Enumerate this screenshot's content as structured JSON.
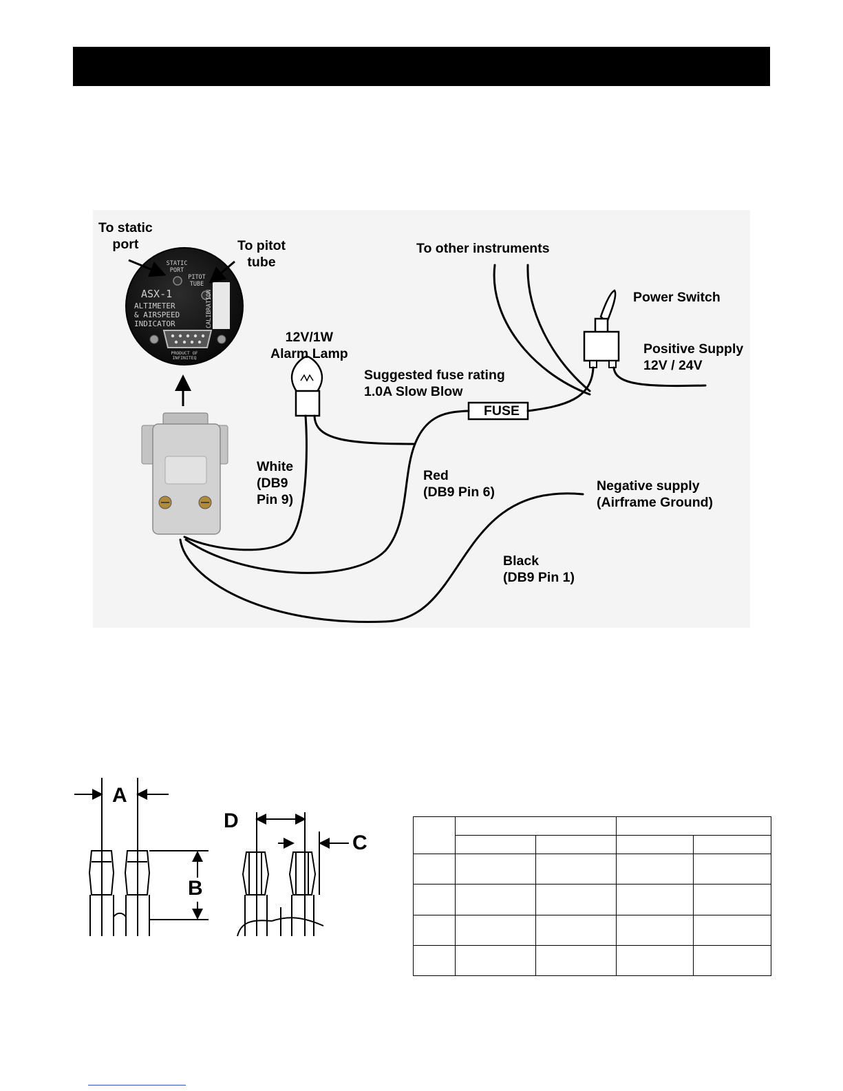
{
  "diagram": {
    "labels": {
      "static_port": "To static\nport",
      "pitot_tube": "To pitot\ntube",
      "other_instruments": "To other instruments",
      "power_switch": "Power Switch",
      "positive_supply": "Positive Supply\n12V / 24V",
      "alarm_lamp": "12V/1W\nAlarm Lamp",
      "fuse_rating": "Suggested fuse rating\n1.0A Slow Blow",
      "fuse": "FUSE",
      "white_wire": "White\n(DB9\nPin 9)",
      "red_wire": "Red\n(DB9 Pin 6)",
      "negative_supply": "Negative supply\n(Airframe Ground)",
      "black_wire": "Black\n(DB9 Pin 1)"
    },
    "instrument": {
      "static_port": "STATIC\nPORT",
      "pitot_tube": "PITOT\nTUBE",
      "model": "ASX-1",
      "name": "ALTIMETER\n& AIRSPEED\nINDICATOR",
      "calibration": "CALIBRATION",
      "maker": "PRODUCT OF\nINFINITEQ"
    }
  },
  "dimensions": {
    "a": "A",
    "b": "B",
    "c": "C",
    "d": "D"
  },
  "colors": {
    "ink": "#000000",
    "instrument_face": "#151515",
    "connector": "#cfcfcf",
    "panel": "#f4f4f4"
  }
}
